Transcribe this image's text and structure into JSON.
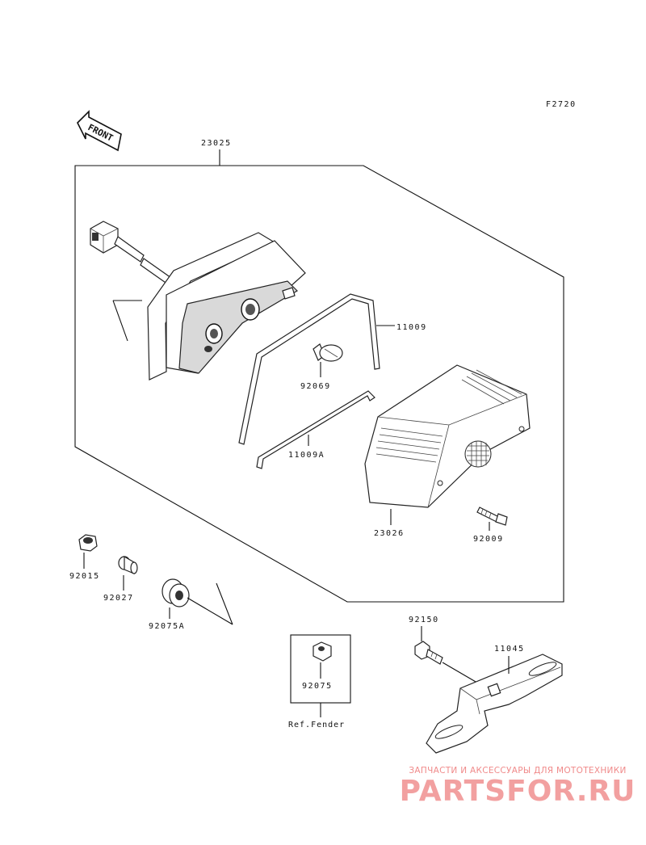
{
  "figure_code": "F2720",
  "front_arrow_label": "FRONT",
  "parts": [
    {
      "id": "23025"
    },
    {
      "id": "11009"
    },
    {
      "id": "92069"
    },
    {
      "id": "11009A"
    },
    {
      "id": "23026"
    },
    {
      "id": "92009"
    },
    {
      "id": "92015"
    },
    {
      "id": "92027"
    },
    {
      "id": "92075A"
    },
    {
      "id": "92075"
    },
    {
      "id": "92150"
    },
    {
      "id": "11045"
    }
  ],
  "reference_note": "Ref.Fender",
  "watermark": {
    "tagline": "ЗАПЧАСТИ И АКСЕССУАРЫ ДЛЯ МОТОТЕХНИКИ",
    "logo": "PARTSFOR.RU"
  }
}
